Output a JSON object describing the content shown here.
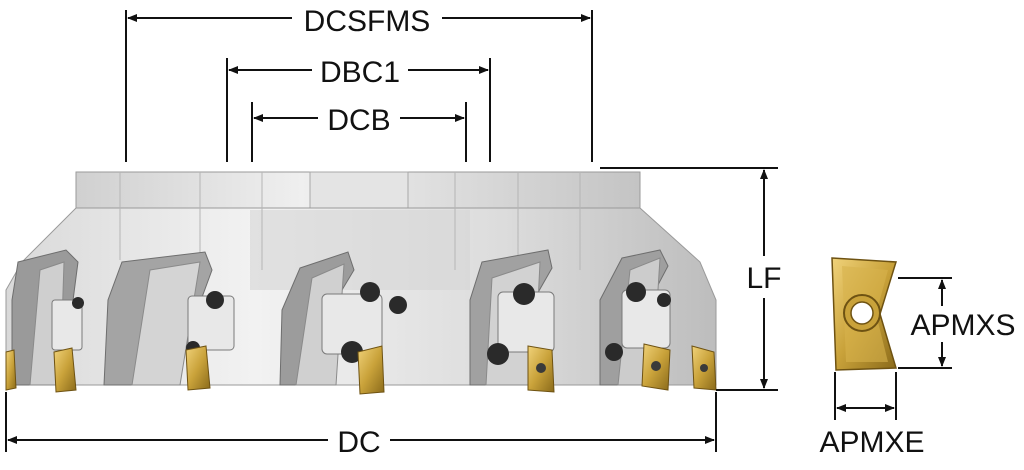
{
  "labels": {
    "dcsfms": "DCSFMS",
    "dbc1": "DBC1",
    "dcb": "DCB",
    "lf": "LF",
    "dc": "DC",
    "apmxs": "APMXS",
    "apmxe": "APMXE"
  },
  "colors": {
    "line": "#111111",
    "body_light": "#e6e6e6",
    "body_mid": "#c9c9c9",
    "body_dark": "#8f8f8f",
    "insert_gold": "#c9a23a",
    "insert_dark": "#8a6a1a",
    "screw": "#2a2a2a"
  },
  "icons": {
    "cutter": "face-mill-cutter-body",
    "insert": "indexable-insert"
  }
}
